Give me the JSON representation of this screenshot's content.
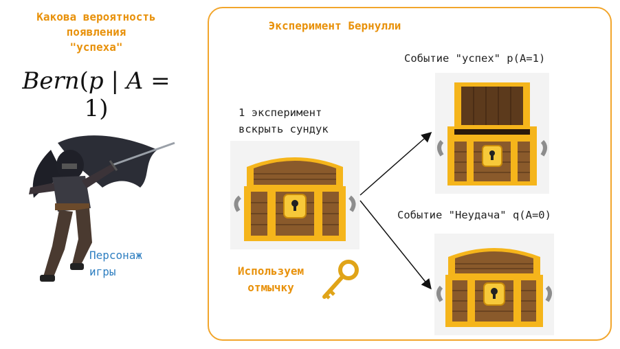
{
  "left": {
    "question_lines": [
      "Какова вероятность",
      "появления",
      "\"успеха\""
    ],
    "formula": {
      "fn": "Bern",
      "open": "(",
      "var": "p",
      "bar": " | ",
      "event": "A",
      "eq": " = ",
      "val": "1",
      "close": ")"
    },
    "character_label_lines": [
      "Персонаж",
      "игры"
    ]
  },
  "experiment": {
    "title": "Эксперимент Бернулли",
    "trial_lines": [
      "1 эксперимент",
      "вскрыть сундук"
    ],
    "tool_lines": [
      "Используем",
      "отмычку"
    ],
    "success_label": "Событие \"успех\" p(A=1)",
    "failure_label": "Событие \"Неудача\" q(A=0)"
  },
  "colors": {
    "accent_orange": "#e8910a",
    "panel_border": "#f2a52b",
    "label_blue": "#2f7fc1",
    "chest_gold": "#f5b51b",
    "chest_wood": "#8a5a2b"
  },
  "icons": [
    "rogue-character-image",
    "closed-chest-icon",
    "open-chest-icon",
    "key-icon",
    "arrow-icon"
  ]
}
